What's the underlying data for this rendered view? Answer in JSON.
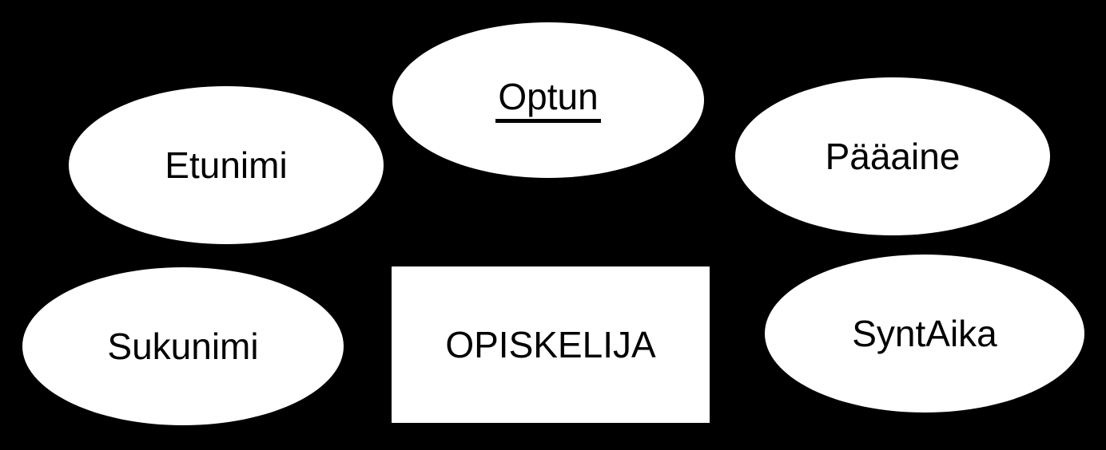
{
  "diagram": {
    "type": "er-diagram",
    "colors": {
      "background": "#000000",
      "shape_fill": "#ffffff",
      "text": "#000000"
    },
    "entity": {
      "label": "OPISKELIJA",
      "shape": "rectangle"
    },
    "attributes": [
      {
        "label": "Etunimi",
        "shape": "ellipse",
        "is_key": false,
        "underlined": false
      },
      {
        "label": "Optun",
        "shape": "ellipse",
        "is_key": true,
        "underlined": true
      },
      {
        "label": "Pääaine",
        "shape": "ellipse",
        "is_key": false,
        "underlined": false
      },
      {
        "label": "Sukunimi",
        "shape": "ellipse",
        "is_key": false,
        "underlined": false
      },
      {
        "label": "SyntAika",
        "shape": "ellipse",
        "is_key": false,
        "underlined": false
      }
    ]
  }
}
